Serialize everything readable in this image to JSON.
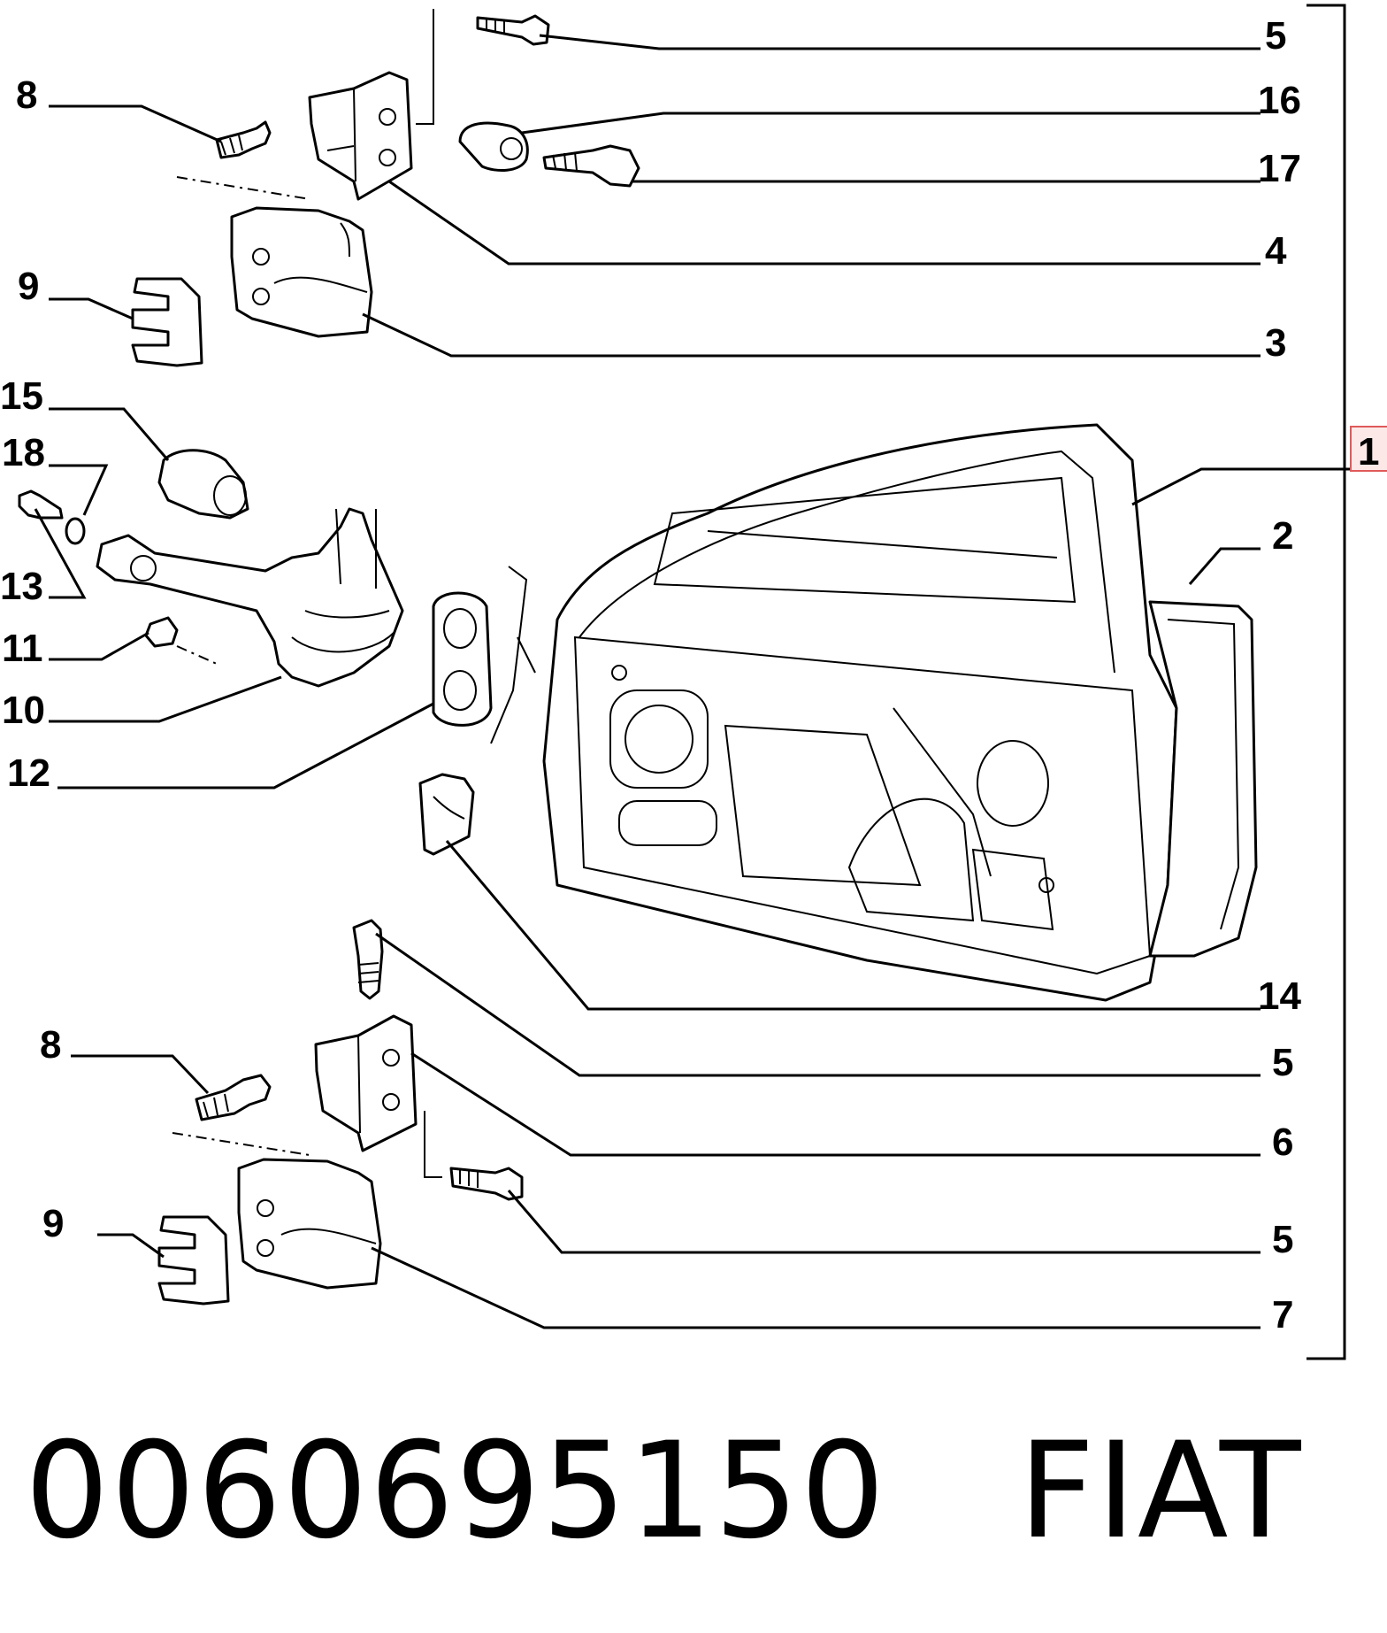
{
  "callouts": {
    "c5_top": "5",
    "c16": "16",
    "c17": "17",
    "c4": "4",
    "c3": "3",
    "c8_top": "8",
    "c9_top": "9",
    "c15": "15",
    "c18": "18",
    "c13": "13",
    "c11": "11",
    "c10": "10",
    "c12": "12",
    "c1": "1",
    "c2": "2",
    "c14": "14",
    "c5_mid": "5",
    "c6": "6",
    "c5_low": "5",
    "c7": "7",
    "c8_low": "8",
    "c9_low": "9"
  },
  "caption": {
    "part_number": "0060695150",
    "brand": "FIAT"
  },
  "colors": {
    "highlight_box": "#e05a5a",
    "line": "#000000"
  }
}
